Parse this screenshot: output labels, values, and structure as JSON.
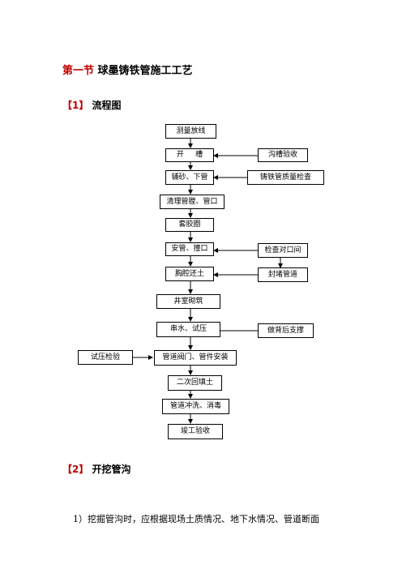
{
  "section": {
    "number": "第一节",
    "title": "球墨铸铁管施工工艺"
  },
  "sub1": {
    "bracket_num": "【1】",
    "title": "流程图"
  },
  "flowchart": {
    "main": [
      "测量放线",
      "开     槽",
      "铺砂、下管",
      "清理管膛、管口",
      "套胶圈",
      "安管、撞口",
      "胸腔还土",
      "井室砌筑",
      "串水、试压",
      "管道阀门、管件安装",
      "二次回填土",
      "管道冲洗、消毒",
      "竣工验收"
    ],
    "side": [
      "沟槽验收",
      "铸铁管质量检查",
      "检查对口间",
      "封堵管道",
      "做背后支撑",
      "试压检验"
    ]
  },
  "sub2": {
    "bracket_num": "【2】",
    "title": "开挖管沟"
  },
  "paragraph": "1）挖掘管沟时，应根据现场土质情况、地下水情况、管道断面"
}
